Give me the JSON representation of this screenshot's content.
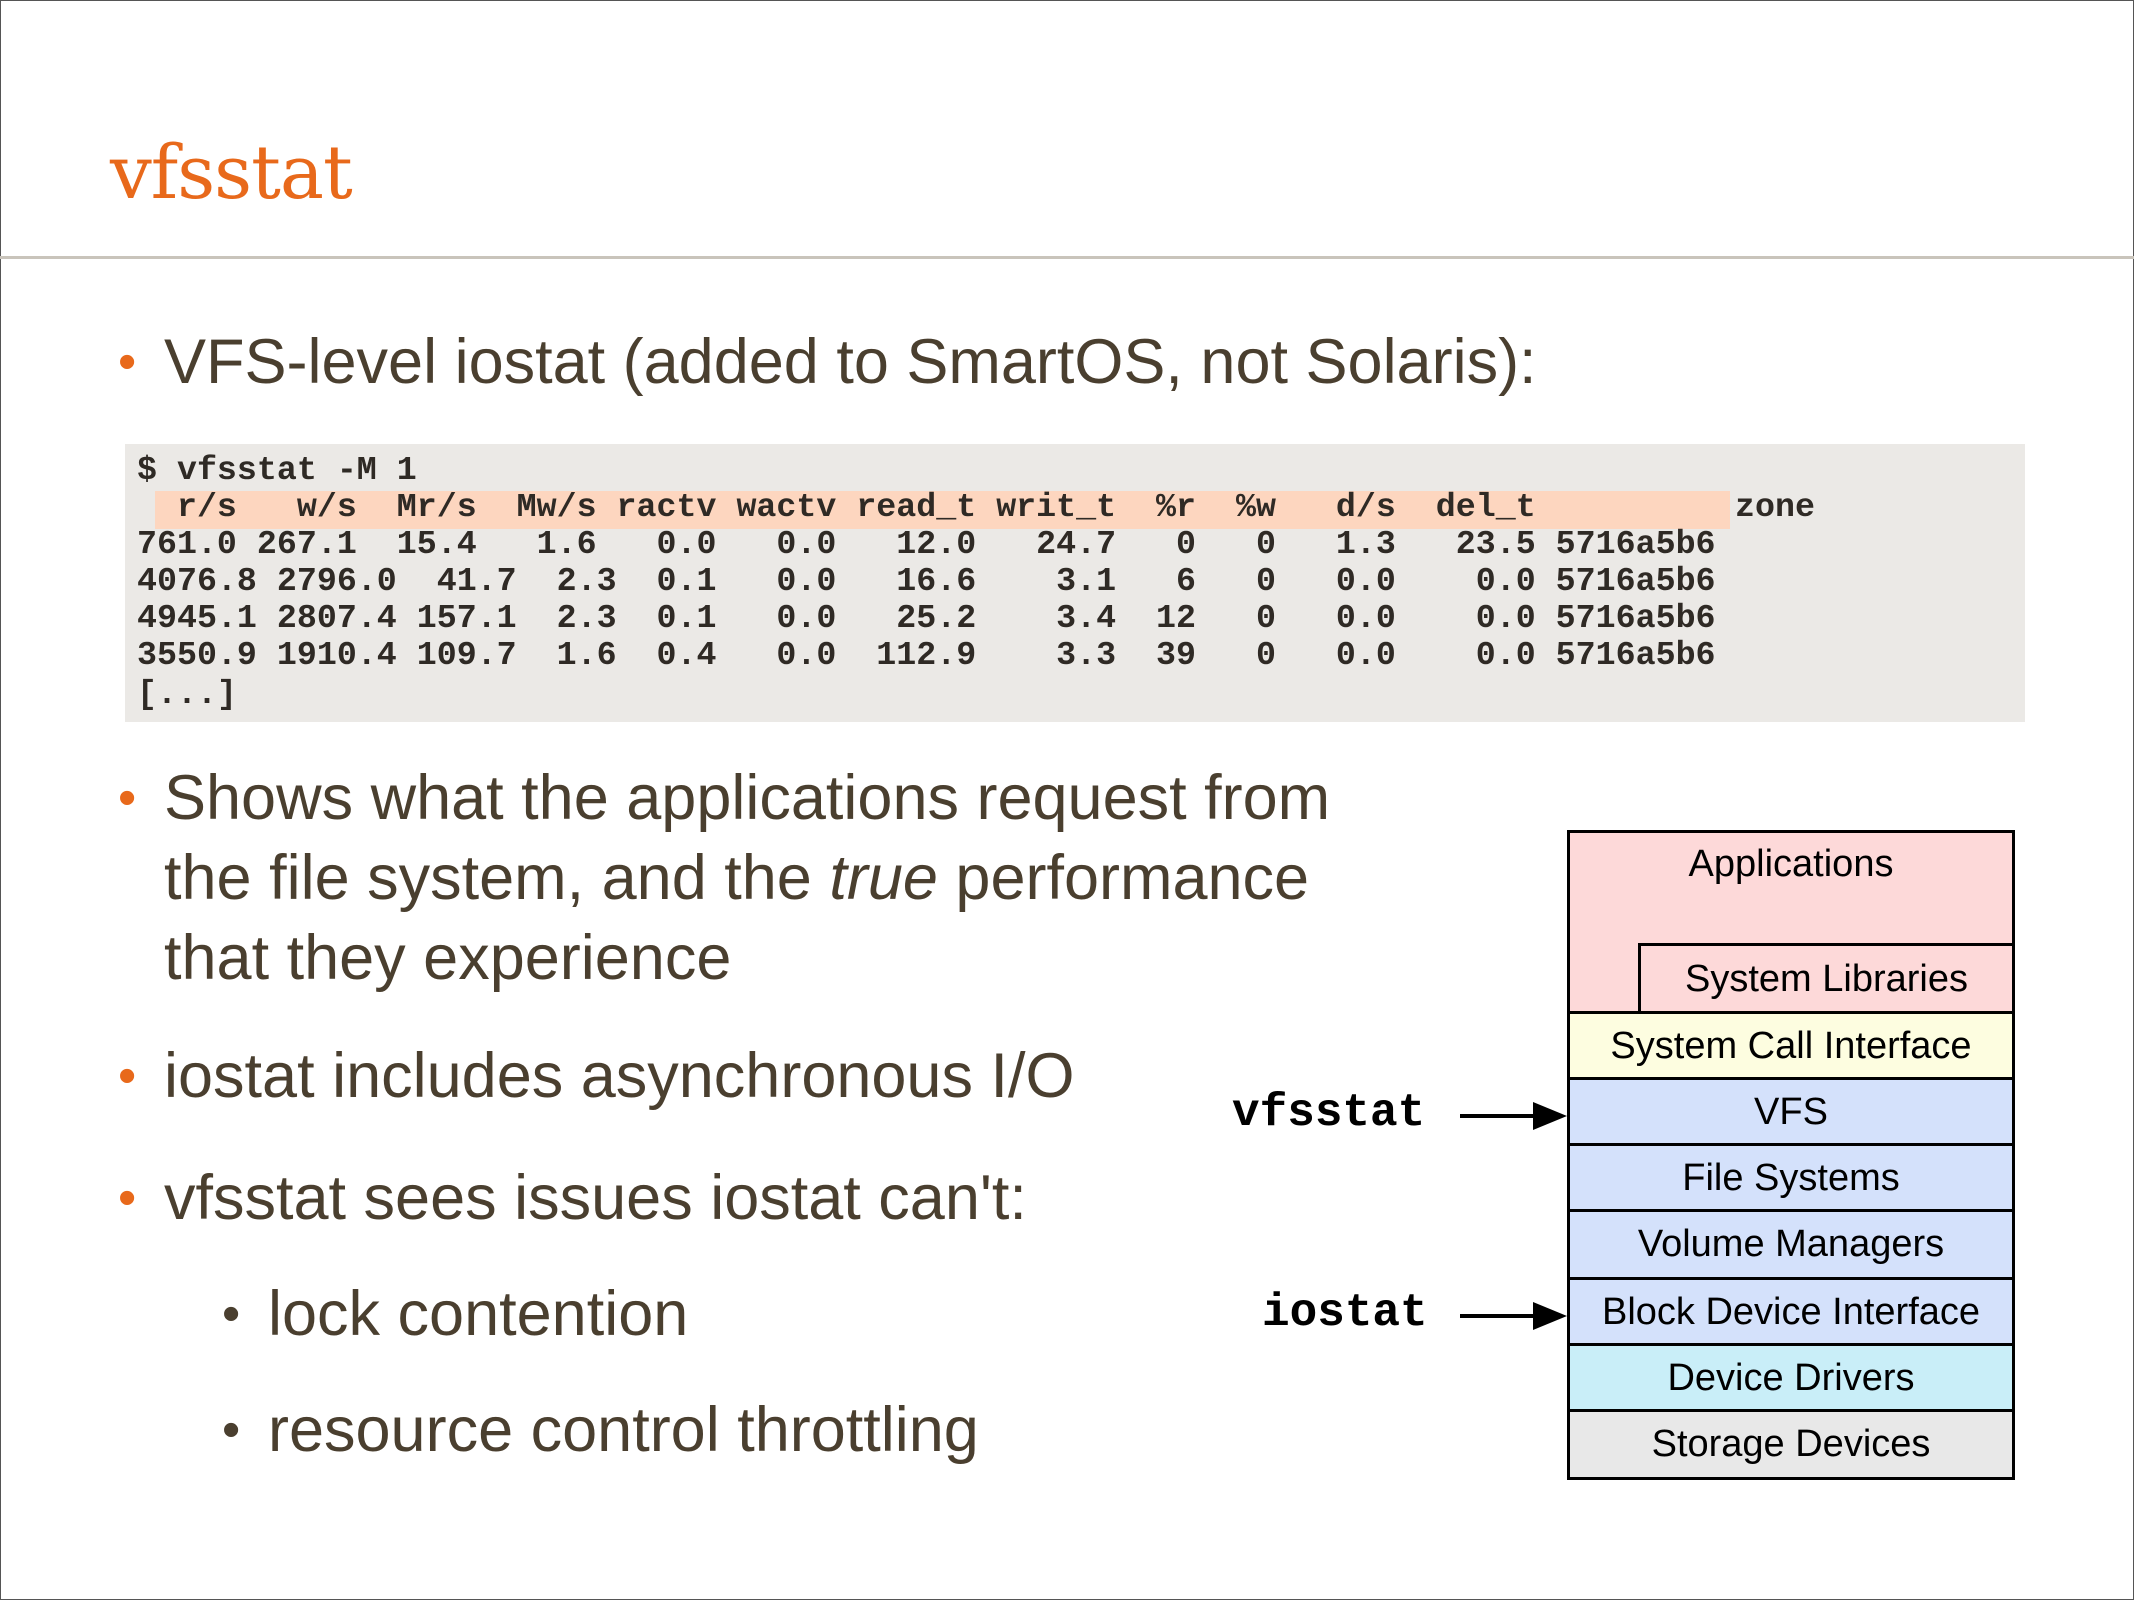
{
  "slide": {
    "title": "vfsstat",
    "bullets": [
      "VFS-level iostat (added to SmartOS, not Solaris):",
      "Shows what the applications request from",
      "the file system, and the ",
      "true",
      " performance",
      "that they experience",
      "iostat includes asynchronous I/O",
      "vfsstat sees issues iostat can't:"
    ],
    "sub_bullets": [
      "lock contention",
      "resource control throttling"
    ],
    "bullet_glyph": "•"
  },
  "terminal": {
    "command": "$ vfsstat -M 1",
    "header": "  r/s   w/s  Mr/s  Mw/s ractv wactv read_t writ_t  %r  %w   d/s  del_t",
    "header_zone": "zone",
    "rows": [
      "761.0 267.1  15.4   1.6   0.0   0.0   12.0   24.7   0   0   1.3   23.5 5716a5b6",
      "4076.8 2796.0  41.7  2.3  0.1   0.0   16.6    3.1   6   0   0.0    0.0 5716a5b6",
      "4945.1 2807.4 157.1  2.3  0.1   0.0   25.2    3.4  12   0   0.0    0.0 5716a5b6",
      "3550.9 1910.4 109.7  1.6  0.4   0.0  112.9    3.3  39   0   0.0    0.0 5716a5b6"
    ],
    "ellipsis": "[...]"
  },
  "diagram": {
    "layers": [
      {
        "label": "Applications",
        "color": "#fdd9d9"
      },
      {
        "label": "System Libraries",
        "color": "#fdd9d9"
      },
      {
        "label": "System Call Interface",
        "color": "#fdfde0"
      },
      {
        "label": "VFS",
        "color": "#d4e1fb"
      },
      {
        "label": "File Systems",
        "color": "#d4e1fb"
      },
      {
        "label": "Volume Managers",
        "color": "#d4e1fb"
      },
      {
        "label": "Block Device Interface",
        "color": "#d4e1fb"
      },
      {
        "label": "Device Drivers",
        "color": "#c9eef8"
      },
      {
        "label": "Storage Devices",
        "color": "#e8e8e8"
      }
    ],
    "pointers": [
      {
        "label": "vfsstat",
        "target": "VFS"
      },
      {
        "label": "iostat",
        "target": "Block Device Interface"
      }
    ]
  }
}
